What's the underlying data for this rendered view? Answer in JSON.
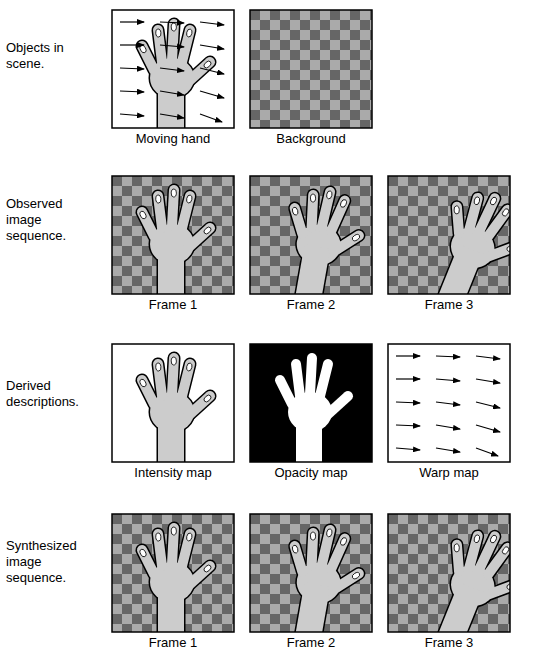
{
  "diagram": {
    "nodes": [
      {
        "text": [
          "Moving hand"
        ]
      },
      {
        "text": [
          "Background"
        ]
      },
      {
        "text": [
          "Frame 1"
        ]
      },
      {
        "text": [
          "Frame 2"
        ]
      },
      {
        "text": [
          "Frame 3"
        ]
      },
      {
        "text": [
          "Intensity map"
        ]
      },
      {
        "text": [
          "Opacity map"
        ]
      },
      {
        "text": [
          "Warp map"
        ]
      },
      {
        "text": [
          "Frame 1"
        ]
      },
      {
        "text": [
          "Frame 2"
        ]
      },
      {
        "text": [
          "Frame 3"
        ]
      }
    ],
    "labels": [
      "Objects in scene.",
      "Observed image sequence.",
      "Derived descriptions.",
      "Synthesized image sequence."
    ]
  }
}
